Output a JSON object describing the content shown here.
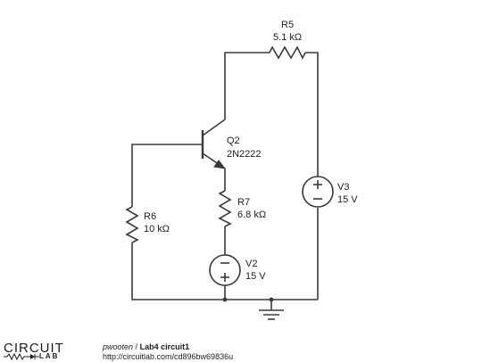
{
  "schematic": {
    "R5": {
      "name": "R5",
      "value": "5.1 kΩ"
    },
    "Q2": {
      "name": "Q2",
      "value": "2N2222"
    },
    "R7": {
      "name": "R7",
      "value": "6.8 kΩ"
    },
    "R6": {
      "name": "R6",
      "value": "10 kΩ"
    },
    "V2": {
      "name": "V2",
      "value": "15 V"
    },
    "V3": {
      "name": "V3",
      "value": "15 V"
    }
  },
  "footer": {
    "logo_top": "CIRCUIT",
    "logo_bottom": "LAB",
    "author": "pwooten",
    "separator": "/",
    "title": "Lab4 circuit1",
    "url": "http://circuitlab.com/cd896bw69836u"
  }
}
